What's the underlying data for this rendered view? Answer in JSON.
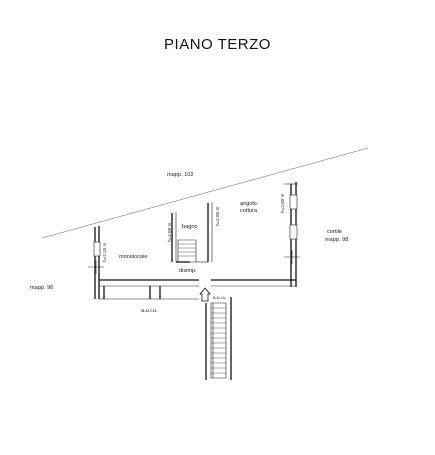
{
  "title": "PIANO TERZO",
  "labels": {
    "mapp_102": "mapp. 102",
    "mapp_96": "mapp. 96",
    "cortile": "cortile",
    "mapp_98": "mapp. 98",
    "bagno": "bagno",
    "angolo_cottura_1": "angolo",
    "angolo_cottura_2": "cottura",
    "monolocale": "monolocale",
    "disimp": "disimp.",
    "auiu_lower": "a.u.i.u.",
    "auiu_stair": "a.u.i.u."
  },
  "heights": {
    "h_monolocale": "h=2.15 m",
    "h_bagno": "h=2.80 m",
    "h_cottura_left": "h=2.80 m",
    "h_cottura_right": "h=2.00 m"
  }
}
